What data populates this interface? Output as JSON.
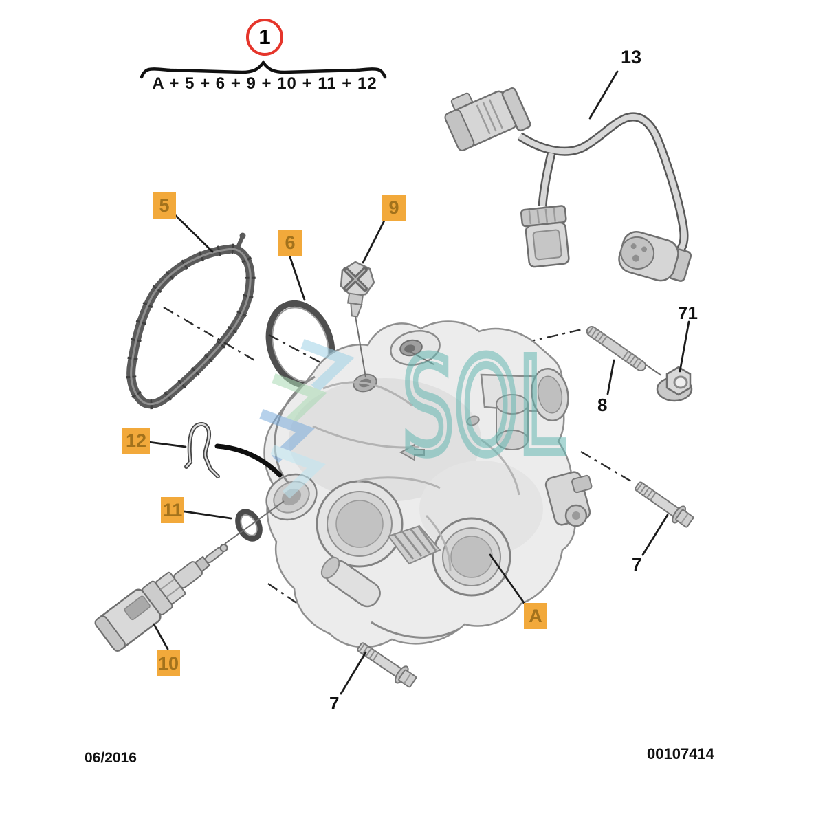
{
  "figure": {
    "group_callout": {
      "number": "1",
      "formula": "A + 5 + 6 + 9 + 10 + 11 + 12"
    },
    "part_labels": {
      "p5": "5",
      "p6": "6",
      "p9": "9",
      "p12": "12",
      "p11": "11",
      "p10": "10",
      "pA": "A",
      "p13": "13",
      "p71": "71",
      "p8": "8",
      "p7_right": "7",
      "p7_bottom": "7"
    },
    "watermark": {
      "text": "SOL"
    },
    "footer": {
      "date": "06/2016",
      "document_number": "00107414"
    },
    "colors": {
      "highlight_label_bg": "#F2A93B",
      "highlight_label_text": "#A3721C",
      "callout_ring": "#E5352B",
      "watermark_teal": "#66B8B2"
    }
  }
}
